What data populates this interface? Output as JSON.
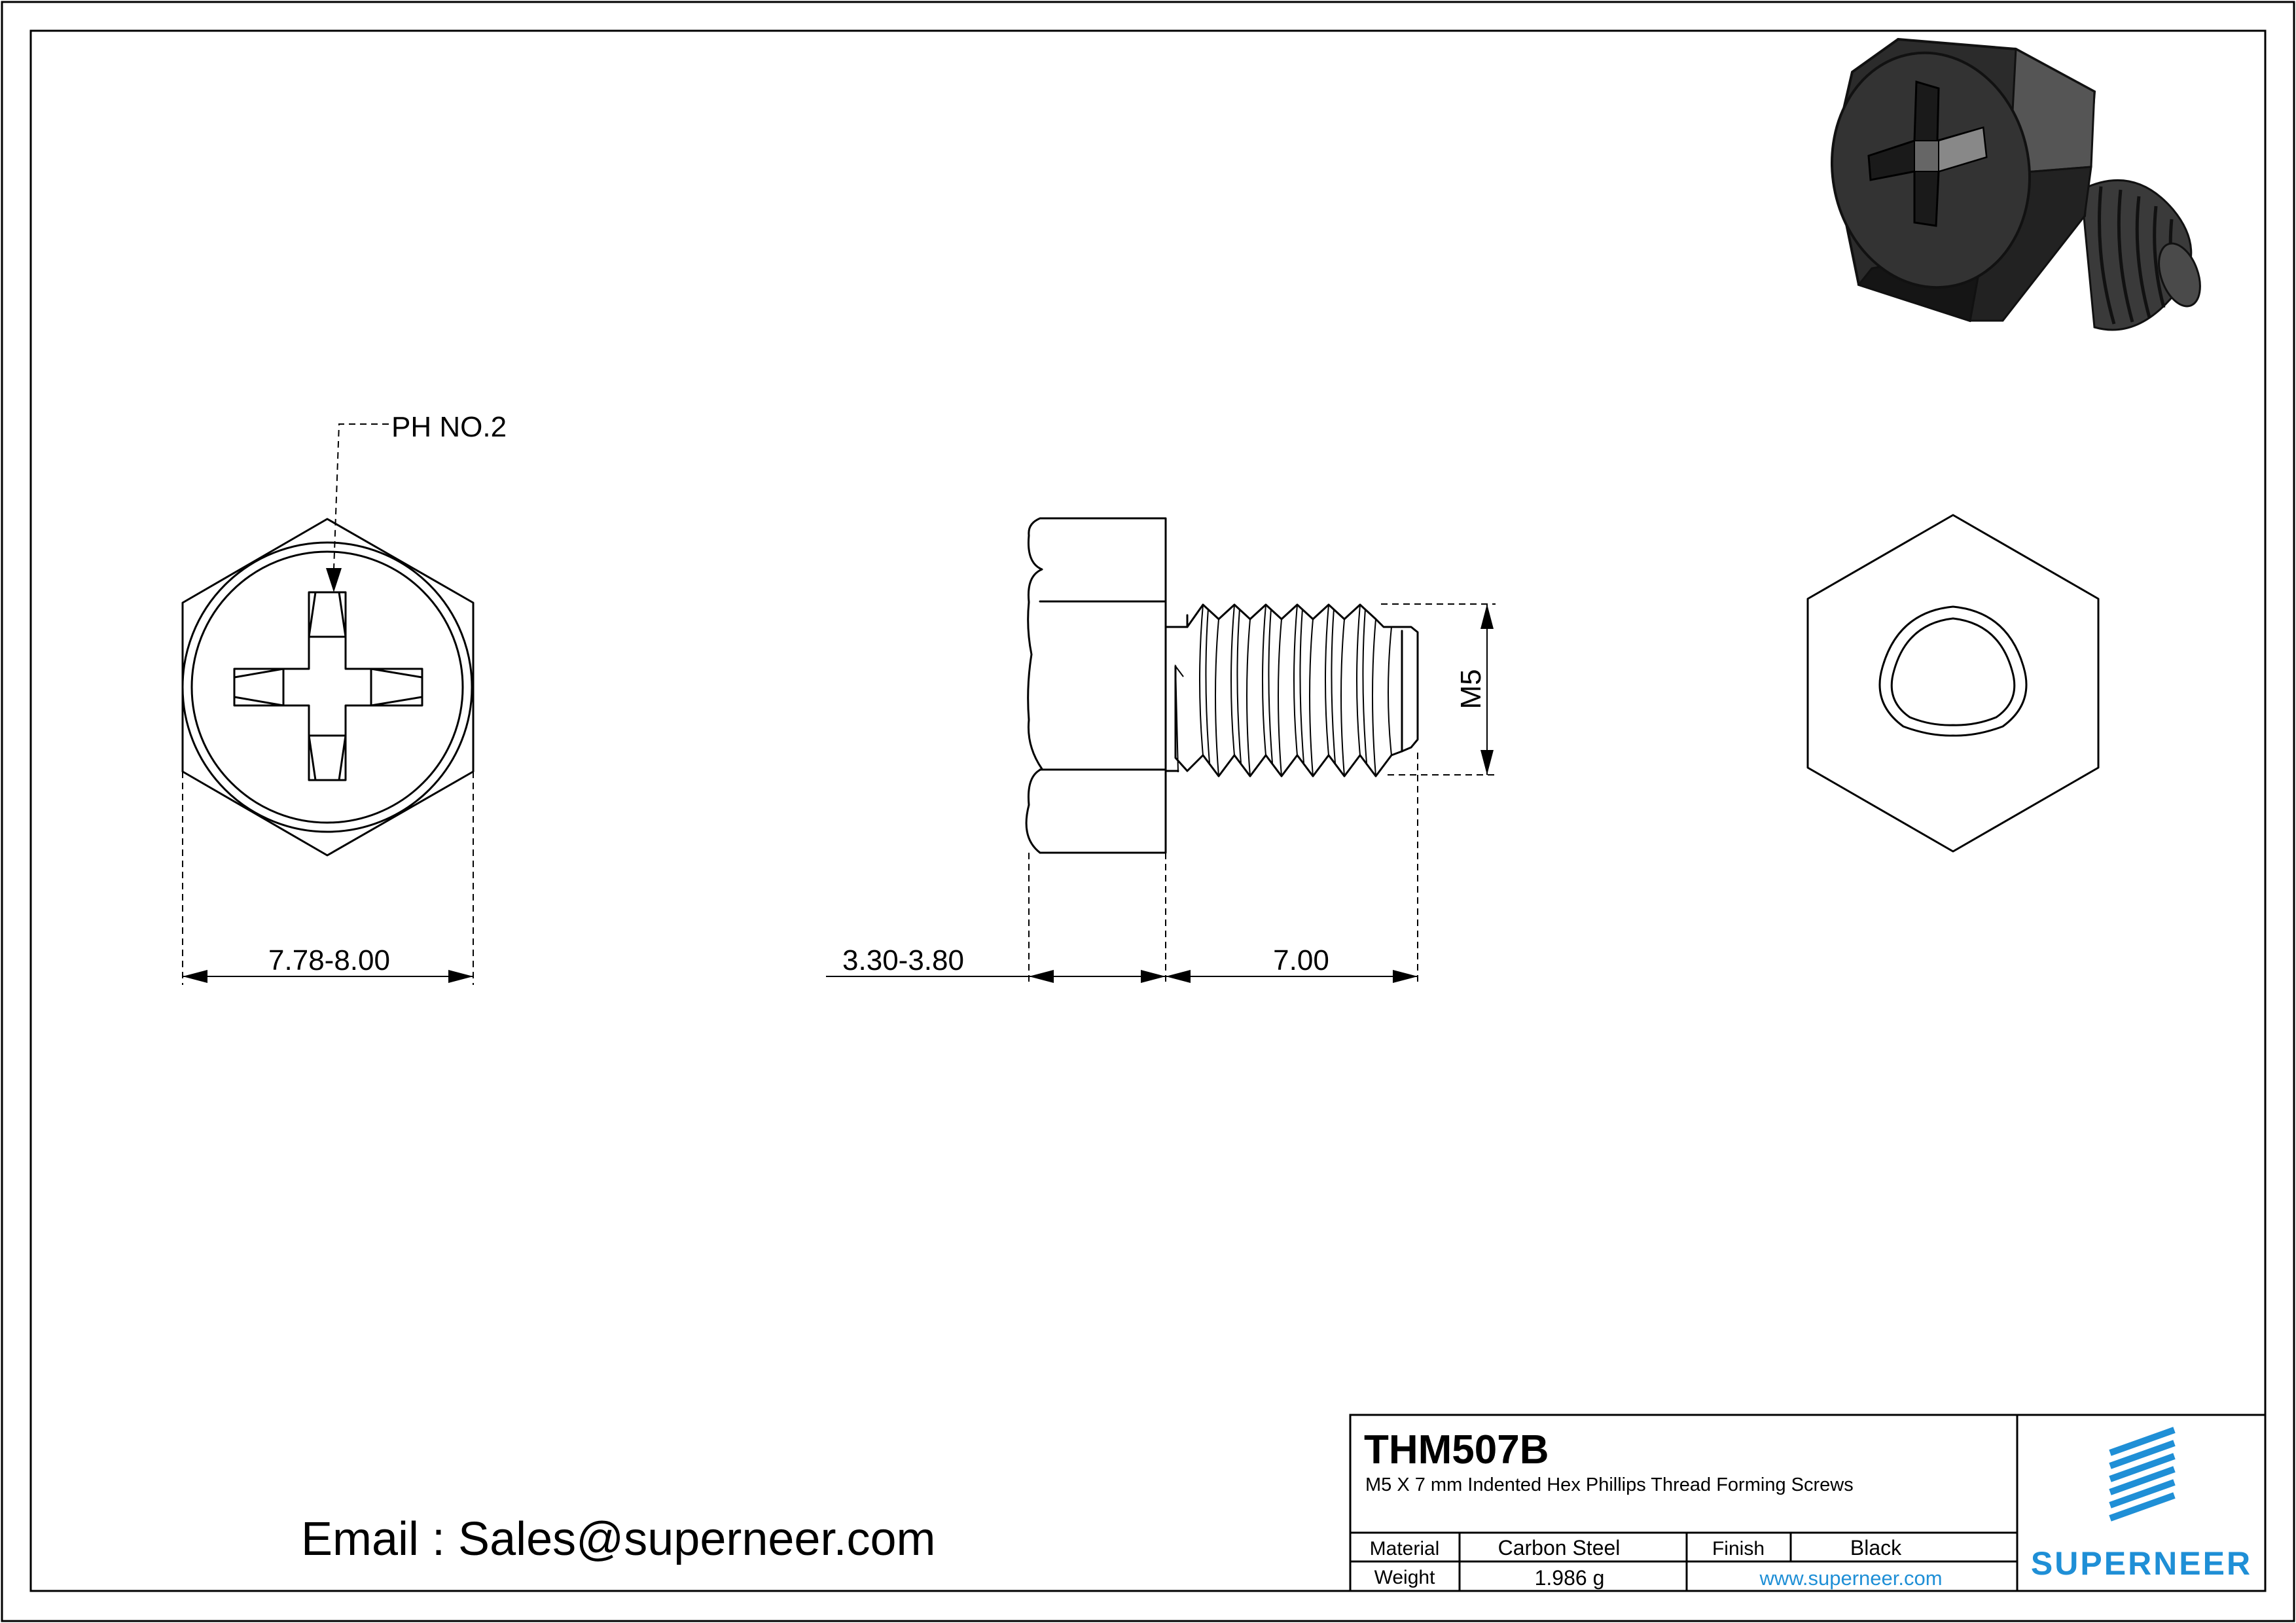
{
  "drawing": {
    "callout_drive": "PH NO.2",
    "dim_head_width": "7.78-8.00",
    "dim_head_height": "3.30-3.80",
    "dim_length": "7.00",
    "dim_thread": "M5"
  },
  "contact": {
    "email": "Email : Sales@superneer.com"
  },
  "title_block": {
    "part_number": "THM507B",
    "description": "M5 X 7 mm Indented Hex Phillips Thread Forming Screws",
    "material_label": "Material",
    "material_value": "Carbon Steel",
    "finish_label": "Finish",
    "finish_value": "Black",
    "weight_label": "Weight",
    "weight_value": "1.986 g",
    "website": "www.superneer.com",
    "brand": "SUPERNEER"
  },
  "colors": {
    "brand_blue": "#1f8fd6",
    "part_dark": "#2b2b2b"
  }
}
